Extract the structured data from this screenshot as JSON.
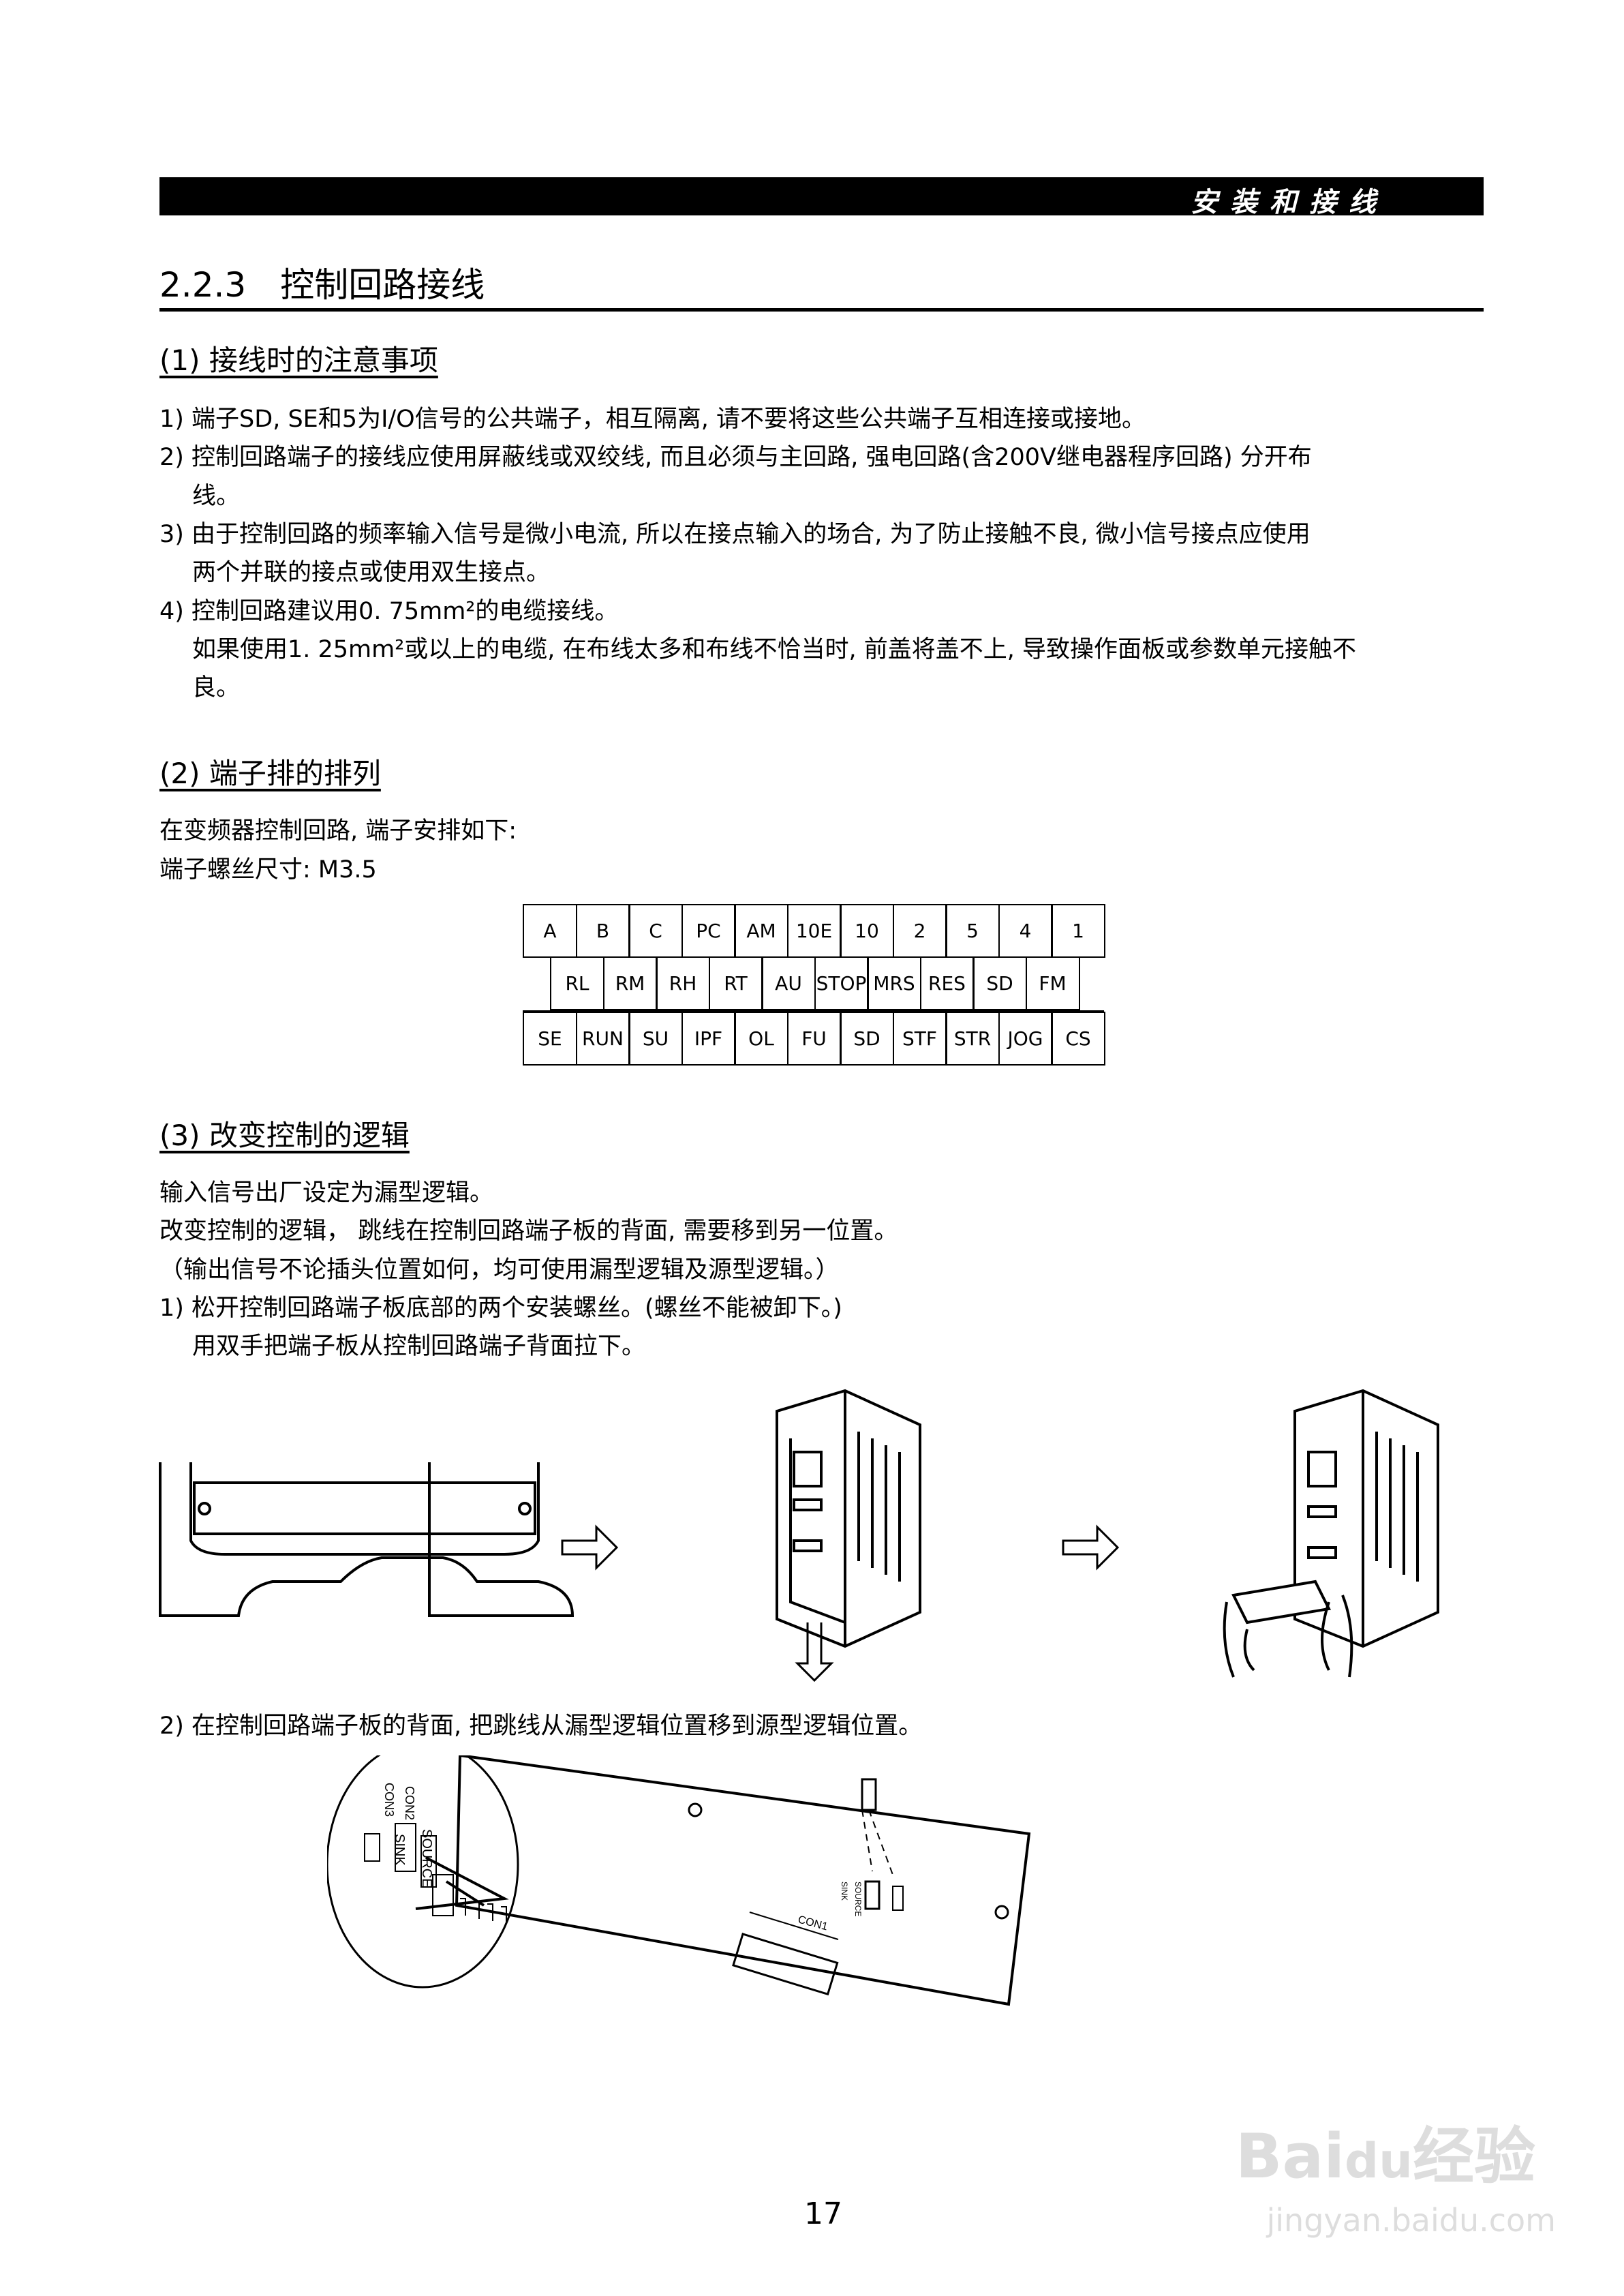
{
  "header": {
    "title": "安装和接线"
  },
  "section": {
    "title": "2.2.3　控制回路接线"
  },
  "part1": {
    "heading": "(1) 接线时的注意事项",
    "lines": [
      "1) 端子SD, SE和5为I/O信号的公共端子，相互隔离, 请不要将这些公共端子互相连接或接地。",
      "2) 控制回路端子的接线应使用屏蔽线或双绞线, 而且必须与主回路, 强电回路(含200V继电器程序回路) 分开布",
      "线。",
      "3) 由于控制回路的频率输入信号是微小电流, 所以在接点输入的场合, 为了防止接触不良, 微小信号接点应使用",
      "两个并联的接点或使用双生接点。",
      "4) 控制回路建议用0. 75mm²的电缆接线。",
      "如果使用1. 25mm²或以上的电缆, 在布线太多和布线不恰当时, 前盖将盖不上, 导致操作面板或参数单元接触不",
      "良。"
    ]
  },
  "part2": {
    "heading": "(2) 端子排的排列",
    "lines": [
      "在变频器控制回路, 端子安排如下:",
      "端子螺丝尺寸: M3.5"
    ],
    "terminals": {
      "row1": [
        "A",
        "B",
        "C",
        "PC",
        "AM",
        "10E",
        "10",
        "2",
        "5",
        "4",
        "1"
      ],
      "row2": [
        "RL",
        "RM",
        "RH",
        "RT",
        "AU",
        "STOP",
        "MRS",
        "RES",
        "SD",
        "FM"
      ],
      "row3": [
        "SE",
        "RUN",
        "SU",
        "IPF",
        "OL",
        "FU",
        "SD",
        "STF",
        "STR",
        "JOG",
        "CS"
      ]
    }
  },
  "part3": {
    "heading": "(3) 改变控制的逻辑",
    "lines": [
      "输入信号出厂设定为漏型逻辑。",
      "改变控制的逻辑， 跳线在控制回路端子板的背面, 需要移到另一位置。",
      "（输出信号不论插头位置如何，均可使用漏型逻辑及源型逻辑。）",
      "1) 松开控制回路端子板底部的两个安装螺丝。(螺丝不能被卸下。)",
      "用双手把端子板从控制回路端子背面拉下。"
    ],
    "step2": "2) 在控制回路端子板的背面, 把跳线从漏型逻辑位置移到源型逻辑位置。",
    "board_labels": {
      "con3": "CON3",
      "con2": "CON2",
      "sink": "SINK",
      "source": "SOURCE",
      "con1": "CON1"
    }
  },
  "page_number": "17",
  "watermark": {
    "logo": "Baidu经验",
    "url": "jingyan.baidu.com"
  }
}
